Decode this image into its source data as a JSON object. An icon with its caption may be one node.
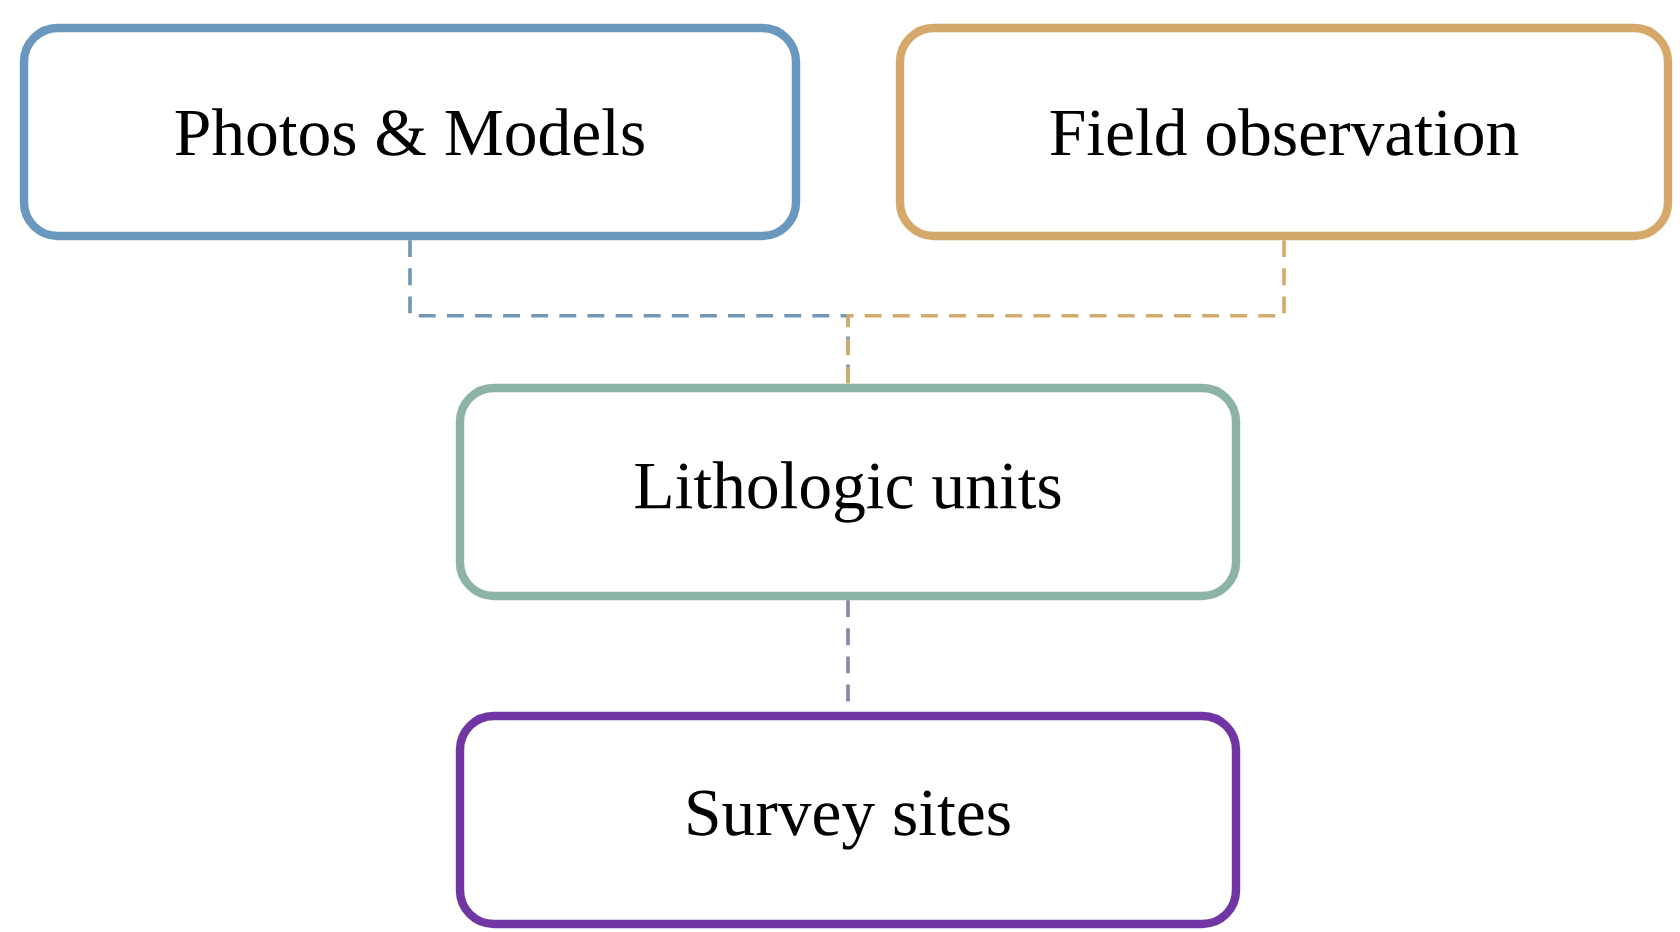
{
  "diagram": {
    "nodes": [
      {
        "text": [
          "Photos & Models"
        ]
      },
      {
        "text": [
          "Field observation"
        ]
      },
      {
        "text": [
          "Lithologic units"
        ]
      },
      {
        "text": [
          "Survey sites"
        ]
      }
    ],
    "edges": [
      {
        "from": 0,
        "to": 2,
        "arrow": "none",
        "style": "dashed",
        "color": "#7097b8"
      },
      {
        "from": 1,
        "to": 2,
        "arrow": "none",
        "style": "dashed",
        "color": "#d4aa6c"
      },
      {
        "from": 2,
        "to": 3,
        "arrow": "none",
        "style": "dashed",
        "color": "#8a86b0"
      }
    ]
  }
}
